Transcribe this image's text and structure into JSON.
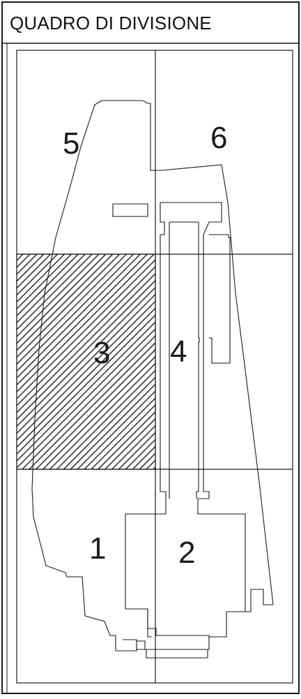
{
  "title": "QUADRO DI DIVISIONE",
  "zones": [
    {
      "id": "1",
      "label": "1",
      "hatched": false
    },
    {
      "id": "2",
      "label": "2",
      "hatched": false
    },
    {
      "id": "3",
      "label": "3",
      "hatched": true
    },
    {
      "id": "4",
      "label": "4",
      "hatched": false
    },
    {
      "id": "5",
      "label": "5",
      "hatched": false
    },
    {
      "id": "6",
      "label": "6",
      "hatched": false
    }
  ],
  "colors": {
    "line": "#1a1a1a",
    "hatch": "#2a2a2a",
    "background": "#ffffff"
  }
}
